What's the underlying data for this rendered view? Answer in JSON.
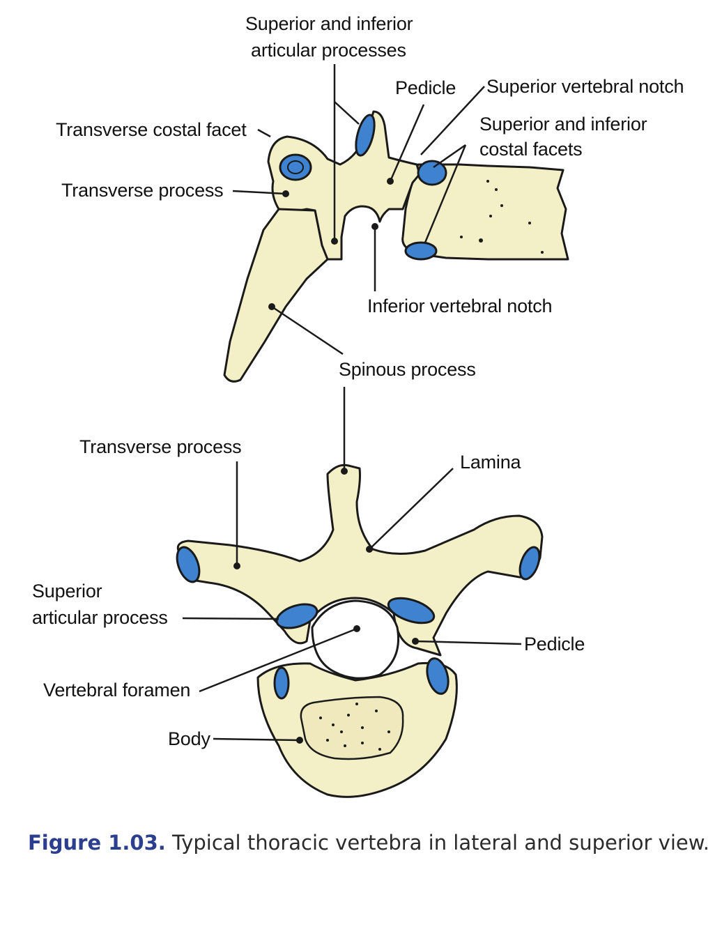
{
  "lateral_view": {
    "superior_inferior_articular": [
      "Superior and inferior",
      "articular processes"
    ],
    "pedicle": "Pedicle",
    "superior_vertebral_notch": "Superior vertebral notch",
    "superior_inferior_costal": [
      "Superior and inferior",
      "costal facets"
    ],
    "transverse_costal_facet": "Transverse costal facet",
    "transverse_process": "Transverse process",
    "inferior_vertebral_notch": "Inferior vertebral notch",
    "spinous_process": "Spinous process"
  },
  "superior_view": {
    "transverse_process": "Transverse process",
    "lamina": "Lamina",
    "superior_articular": [
      "Superior",
      "articular process"
    ],
    "pedicle": "Pedicle",
    "vertebral_foramen": "Vertebral foramen",
    "body": "Body"
  },
  "caption": {
    "figure_number": "Figure 1.03.",
    "text": "Typical thoracic vertebra in lateral and superior view."
  },
  "colors": {
    "bone_fill": "#f3efc6",
    "facet_fill": "#3f82d0",
    "outline": "#1a1a1a",
    "caption_accent": "#2c3f8f"
  }
}
